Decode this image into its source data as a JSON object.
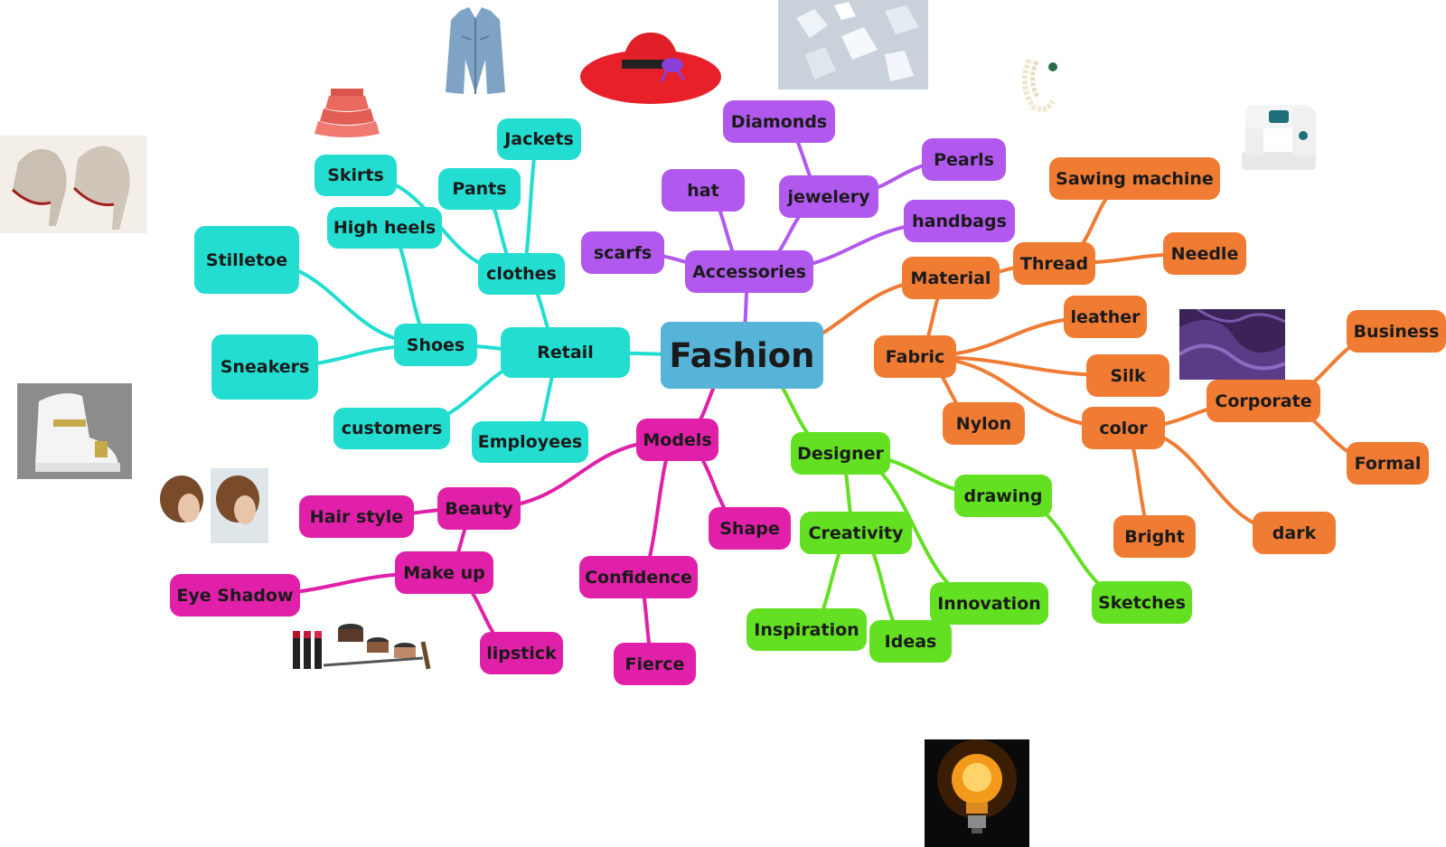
{
  "colors": {
    "root": "#56b4d9",
    "retail": "#22ddd0",
    "accessories": "#b158ee",
    "material": "#f07c34",
    "designer": "#62e021",
    "models": "#e020a8"
  },
  "root": {
    "label": "Fashion"
  },
  "branches": {
    "retail": [
      "Retail",
      "clothes",
      "Jackets",
      "Pants",
      "Skirts",
      "High heels",
      "Shoes",
      "Stilletoe",
      "Sneakers",
      "customers",
      "Employees"
    ],
    "accessories": [
      "Accessories",
      "hat",
      "scarfs",
      "jewelery",
      "Diamonds",
      "Pearls",
      "handbags"
    ],
    "material": [
      "Material",
      "Thread",
      "Sawing machine",
      "Needle",
      "Fabric",
      "leather",
      "Silk",
      "Nylon",
      "color",
      "Corporate",
      "Business",
      "Formal",
      "Bright",
      "dark"
    ],
    "designer": [
      "Designer",
      "drawing",
      "Sketches",
      "Innovation",
      "Creativity",
      "Inspiration",
      "Ideas"
    ],
    "models": [
      "Models",
      "Beauty",
      "Hair style",
      "Make up",
      "Eye Shadow",
      "lipstick",
      "Confidence",
      "Fierce",
      "Shape"
    ]
  },
  "images": [
    "jacket",
    "hat",
    "diamonds",
    "pearls",
    "sewing-machine",
    "skirt",
    "heels",
    "sneaker",
    "hairstyle",
    "makeup",
    "fabric",
    "lightbulb"
  ]
}
